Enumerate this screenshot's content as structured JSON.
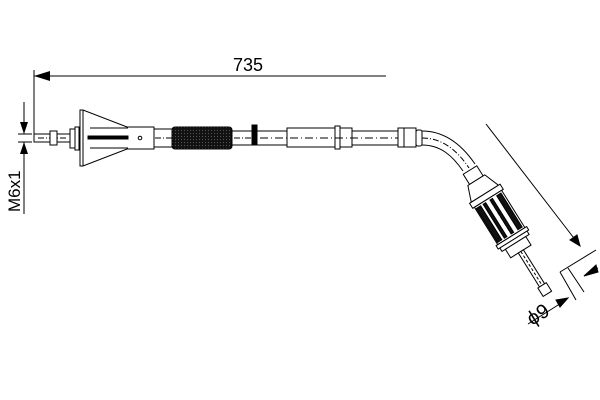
{
  "diagram": {
    "subject": "brake cable technical drawing",
    "dimensions": {
      "length": {
        "label": "735"
      },
      "thread": {
        "label": "M6x1"
      },
      "diameter": {
        "label": "ϕ9"
      }
    },
    "colors": {
      "line": "#000000",
      "background": "#ffffff",
      "knurl": "#1a1a1a"
    }
  }
}
